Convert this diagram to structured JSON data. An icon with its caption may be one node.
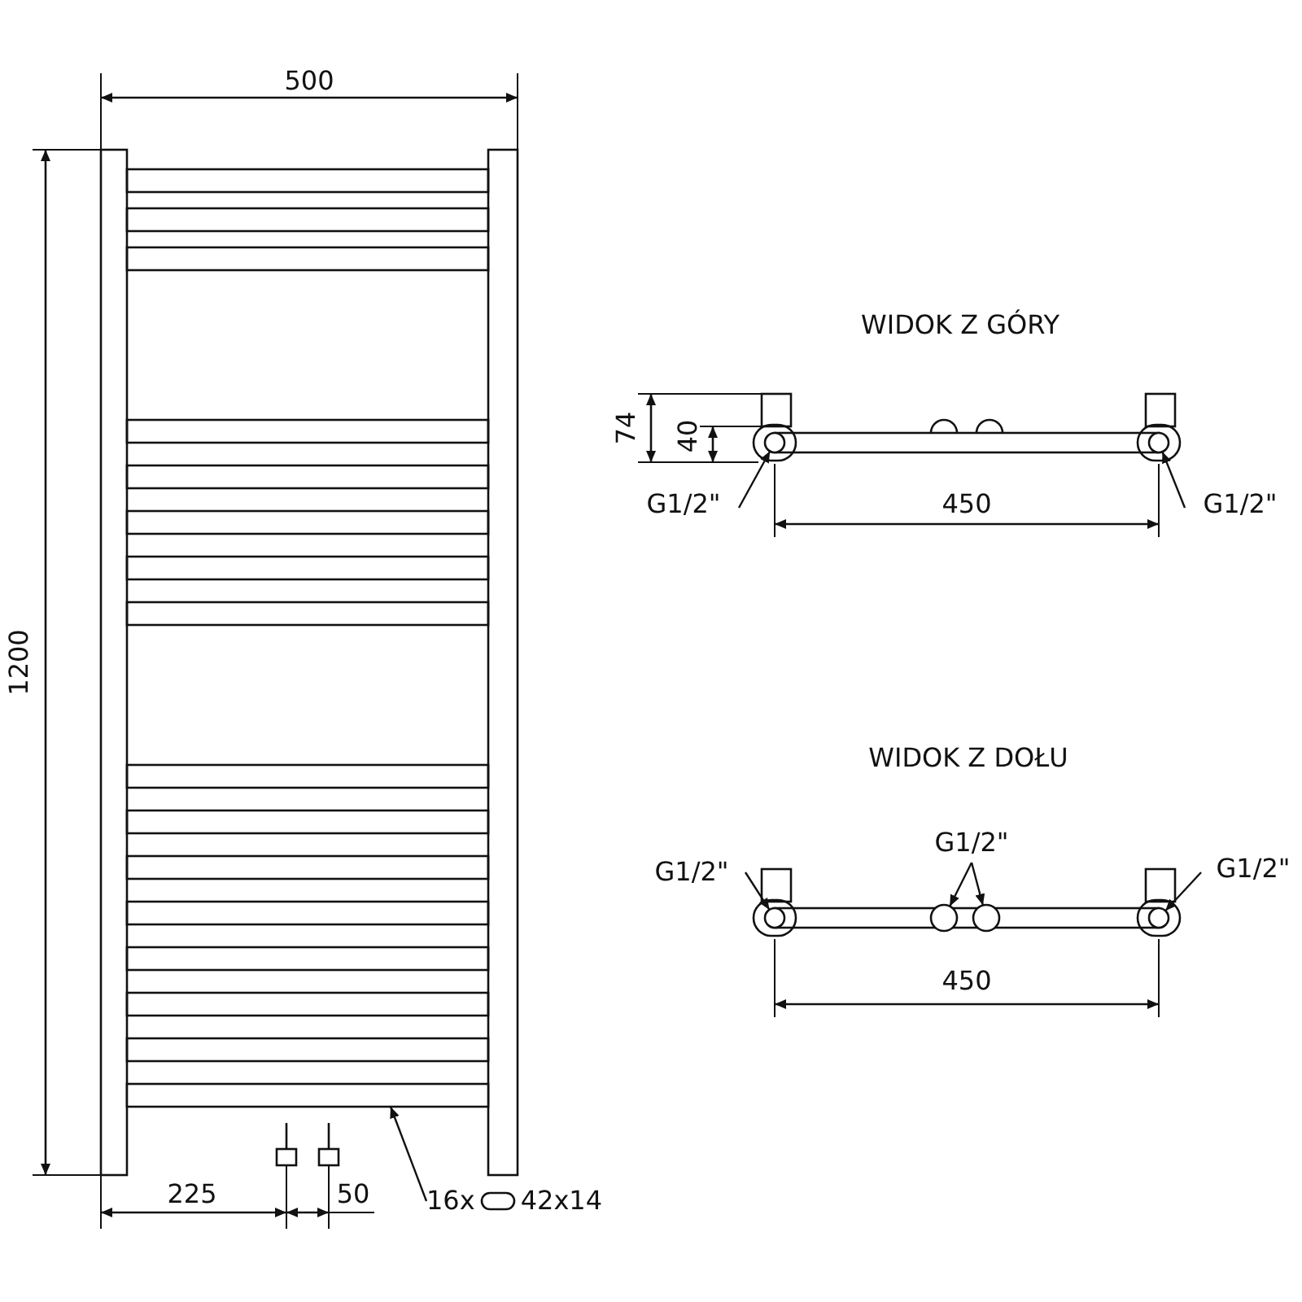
{
  "diagram": {
    "nodes": [
      {
        "text": [
          "G1/2\""
        ]
      },
      {
        "text": [],
        "shape": "circle"
      },
      {
        "text": [
          "G1/2\""
        ]
      },
      {
        "text": [],
        "shape": "circle"
      },
      {
        "text": [
          "G1/2\""
        ]
      },
      {
        "text": [],
        "shape": "circle"
      },
      {
        "text": [
          "G1/2\""
        ]
      },
      {
        "text": [],
        "shape": "circle"
      },
      {
        "text": [],
        "shape": "circle"
      },
      {
        "text": [
          "G1/2\""
        ]
      },
      {
        "text": [],
        "shape": "circle"
      },
      {
        "text": [
          "16x",
          "42x14"
        ]
      },
      {
        "text": [],
        "shape": "bar"
      }
    ],
    "edges": [
      {
        "from": 0,
        "to": 1,
        "arrow": "to"
      },
      {
        "from": 2,
        "to": 3,
        "arrow": "to"
      },
      {
        "from": 4,
        "to": 5,
        "arrow": "to"
      },
      {
        "from": 6,
        "to": 7,
        "arrow": "to"
      },
      {
        "from": 6,
        "to": 8,
        "arrow": "to"
      },
      {
        "from": 9,
        "to": 10,
        "arrow": "to"
      },
      {
        "from": 11,
        "to": 12,
        "arrow": "to"
      }
    ],
    "labels": [
      "500",
      "1200",
      "WIDOK Z GÓRY",
      "74",
      "40",
      "450",
      "WIDOK Z DOŁU",
      "450",
      "225",
      "50"
    ]
  }
}
